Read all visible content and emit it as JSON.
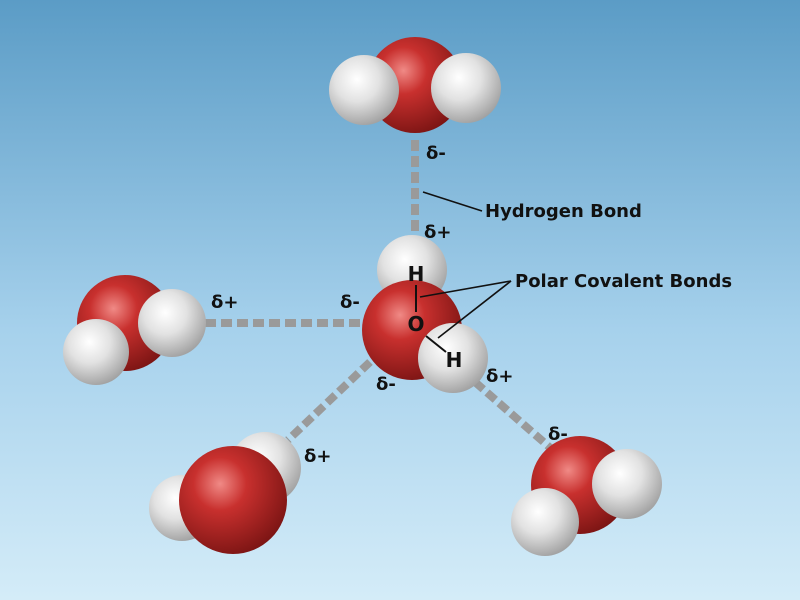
{
  "labels": {
    "hydrogen_bond": "Hydrogen Bond",
    "polar_covalent_bonds": "Polar Covalent Bonds",
    "atom_h1": "H",
    "atom_o": "O",
    "atom_h2": "H",
    "charge_top_minus": "δ-",
    "charge_top_plus": "δ+",
    "charge_left_plus": "δ+",
    "charge_center_minus_left": "δ-",
    "charge_center_minus_bottom": "δ-",
    "charge_bottom_left_plus": "δ+",
    "charge_right_plus": "δ+",
    "charge_right_minus": "δ-"
  },
  "colors": {
    "background_top": "#5b9cc6",
    "background_bottom": "#d4ecf8",
    "oxygen": "#c12d2b",
    "hydrogen": "#e8e8e8",
    "hydrogen_bond": "#9a9a9a",
    "label": "#111111"
  }
}
